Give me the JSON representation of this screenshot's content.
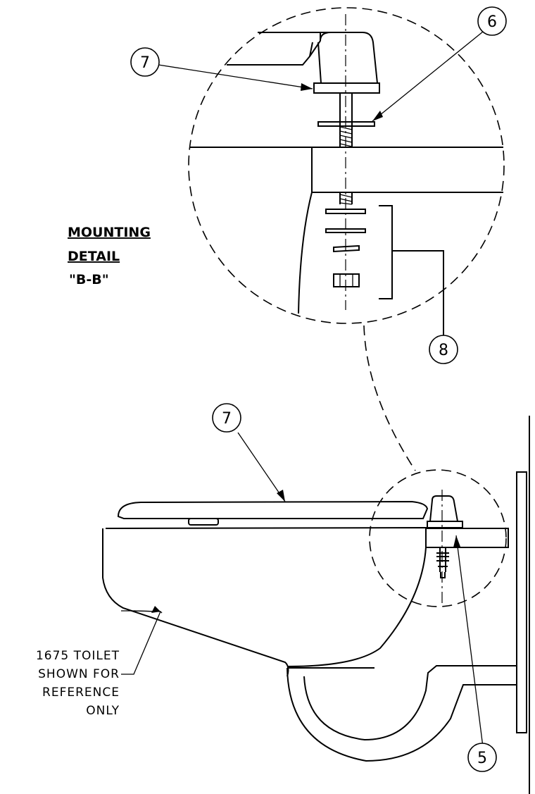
{
  "detail_title": {
    "line1": "MOUNTING",
    "line2": "DETAIL",
    "line3": "\"B-B\""
  },
  "callouts": [
    {
      "id": "callout-6",
      "label": "6"
    },
    {
      "id": "callout-7-detail",
      "label": "7"
    },
    {
      "id": "callout-8",
      "label": "8"
    },
    {
      "id": "callout-7-main",
      "label": "7"
    },
    {
      "id": "callout-5",
      "label": "5"
    }
  ],
  "note": {
    "line1": "1675 TOILET",
    "line2": "SHOWN FOR",
    "line3": "REFERENCE",
    "line4": "ONLY"
  }
}
